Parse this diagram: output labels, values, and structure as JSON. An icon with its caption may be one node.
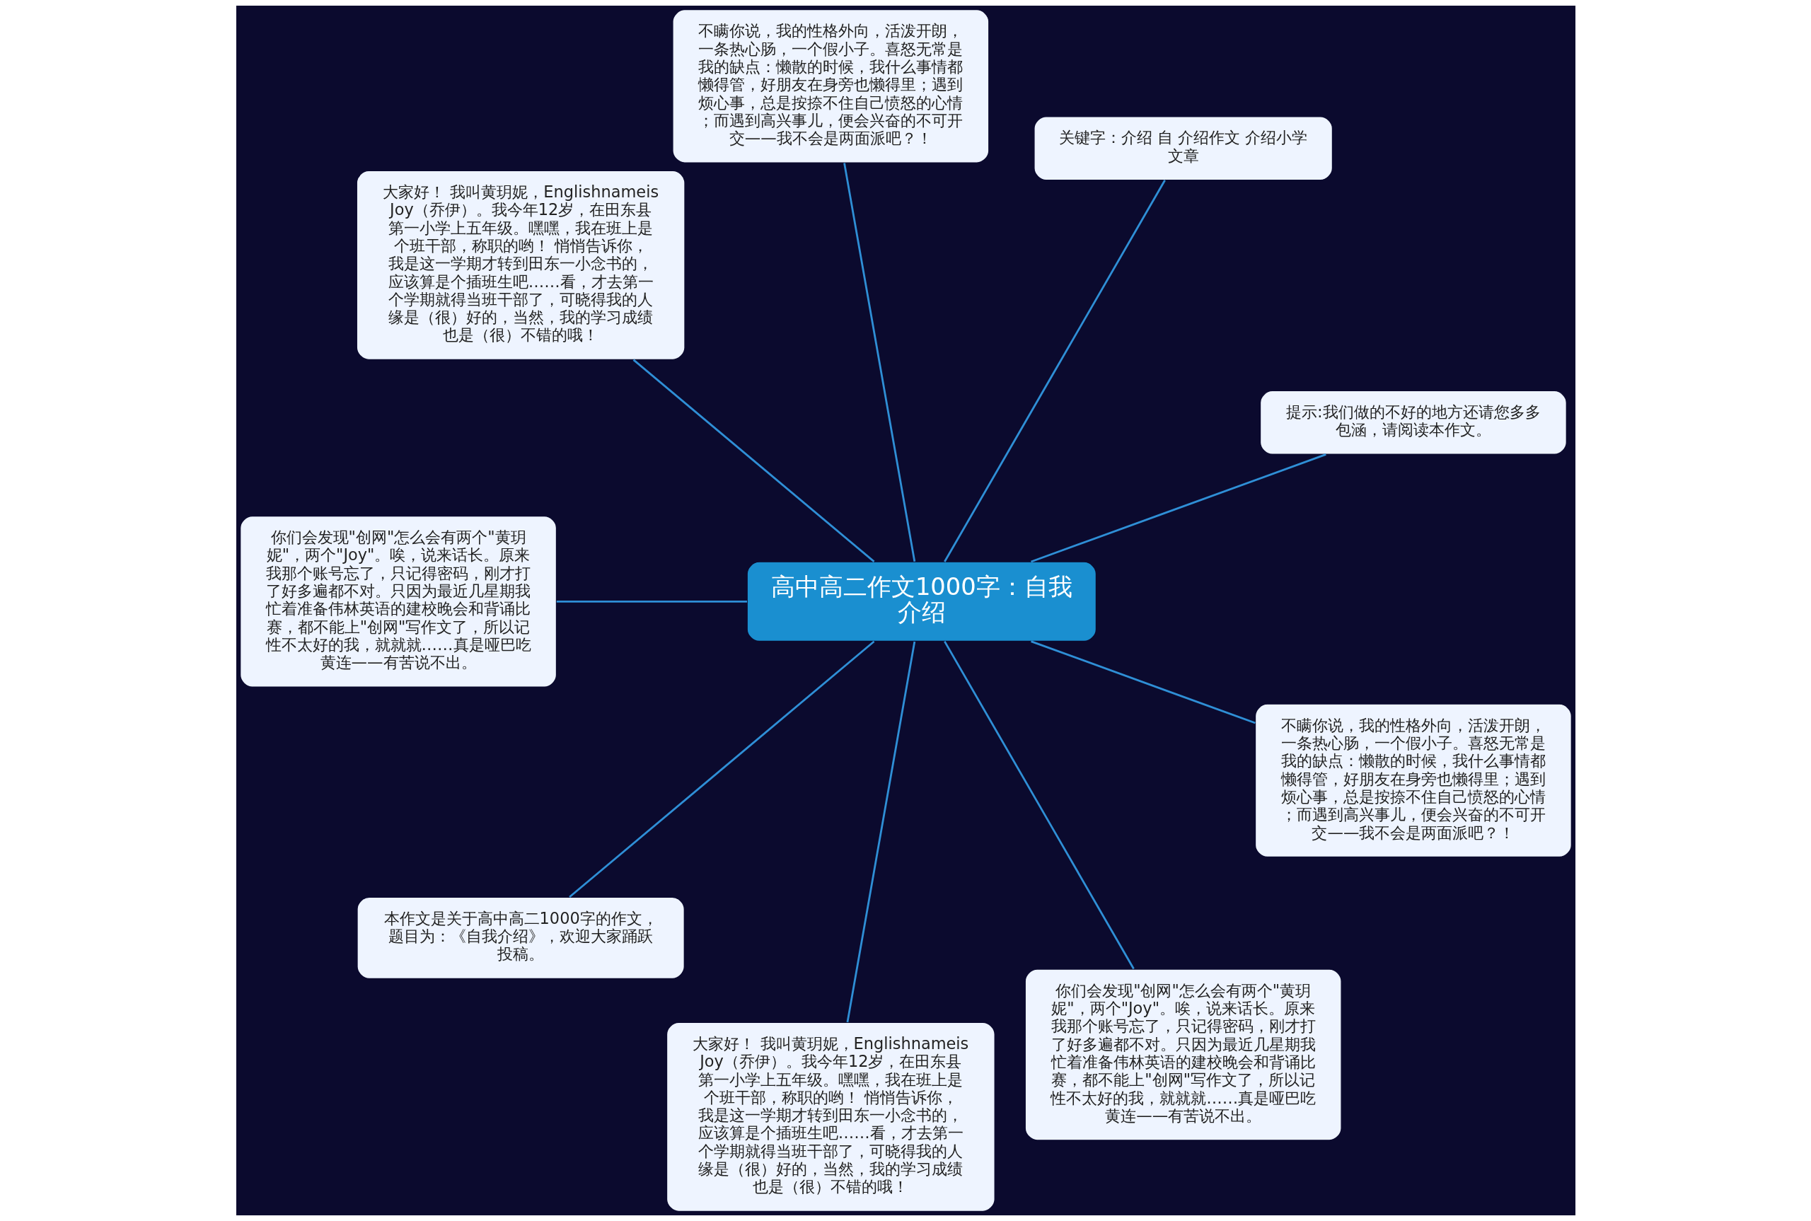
{
  "diagram": {
    "nodes": [
      {
        "text": [
          "高中高二作文1000字：自我介绍"
        ]
      },
      {
        "text": [
          "提示:我们做的不好的地方还请您多多包涵，请阅读本作文。"
        ]
      },
      {
        "text": [
          "关键字：介绍 自 介绍作文 介绍小学文章"
        ]
      },
      {
        "text": [
          "不瞒你说，我的性格外向，活泼开朗，一条热心肠，一个假小子。喜怒无常是我的缺点：懒散的时候，我什么事情都懒得管，好朋友在身旁也懒得里；遇到烦心事，总是按捺不住自己愤怒的心情；而遇到高兴事儿，便会兴奋的不可开交——我不会是两面派吧？！"
        ]
      },
      {
        "text": [
          "大家好！ 我叫黄玥妮，EnglishnameisJoy（乔伊）。我今年12岁，在田东县第一小学上五年级。嘿嘿，我在班上是个班干部，称职的哟！ 悄悄告诉你，我是这一学期才转到田东一小念书的，应该算是个插班生吧……看，才去第一个学期就得当班干部了，可晓得我的人缘是（很）好的，当然，我的学习成绩也是（很）不错的哦！"
        ]
      },
      {
        "text": [
          "你们会发现\"创网\"怎么会有两个\"黄玥妮\"，两个\"Joy\"。唉，说来话长。原来我那个账号忘了，只记得密码，刚才打了好多遍都不对。只因为最近几星期我忙着准备伟林英语的建校晚会和背诵比赛，都不能上\"创网\"写作文了，所以记性不太好的我，就就就……真是哑巴吃黄连——有苦说不出。"
        ]
      },
      {
        "text": [
          "本作文是关于高中高二1000字的作文，题目为：《自我介绍》，欢迎大家踊跃投稿。"
        ]
      },
      {
        "text": [
          "大家好！ 我叫黄玥妮，EnglishnameisJoy（乔伊）。我今年12岁，在田东县第一小学上五年级。嘿嘿，我在班上是个班干部，称职的哟！ 悄悄告诉你，我是这一学期才转到田东一小念书的，应该算是个插班生吧……看，才去第一个学期就得当班干部了，可晓得我的人缘是（很）好的，当然，我的学习成绩也是（很）不错的哦！"
        ]
      },
      {
        "text": [
          "你们会发现\"创网\"怎么会有两个\"黄玥妮\"，两个\"Joy\"。唉，说来话长。原来我那个账号忘了，只记得密码，刚才打了好多遍都不对。只因为最近几星期我忙着准备伟林英语的建校晚会和背诵比赛，都不能上\"创网\"写作文了，所以记性不太好的我，就就就……真是哑巴吃黄连——有苦说不出。"
        ]
      },
      {
        "text": [
          "不瞒你说，我的性格外向，活泼开朗，一条热心肠，一个假小子。喜怒无常是我的缺点：懒散的时候，我什么事情都懒得管，好朋友在身旁也懒得里；遇到烦心事，总是按捺不住自己愤怒的心情；而遇到高兴事儿，便会兴奋的不可开交——我不会是两面派吧？！"
        ]
      }
    ],
    "edges": [
      {
        "from": 0,
        "to": 1,
        "arrow": "none"
      },
      {
        "from": 0,
        "to": 2,
        "arrow": "none"
      },
      {
        "from": 0,
        "to": 3,
        "arrow": "none"
      },
      {
        "from": 0,
        "to": 4,
        "arrow": "none"
      },
      {
        "from": 0,
        "to": 5,
        "arrow": "none"
      },
      {
        "from": 0,
        "to": 6,
        "arrow": "none"
      },
      {
        "from": 0,
        "to": 7,
        "arrow": "none"
      },
      {
        "from": 0,
        "to": 8,
        "arrow": "none"
      },
      {
        "from": 0,
        "to": 9,
        "arrow": "none"
      }
    ]
  }
}
